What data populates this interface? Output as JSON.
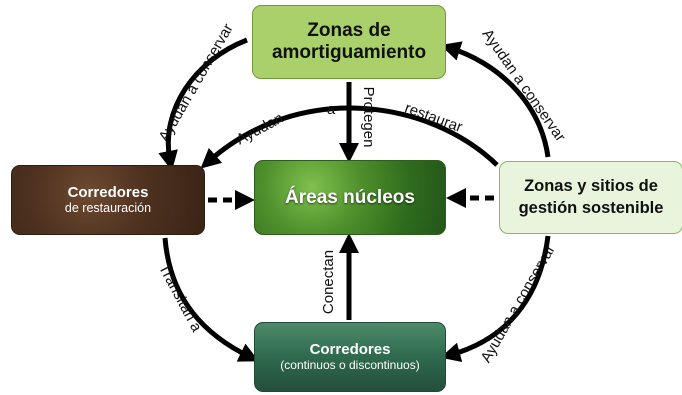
{
  "nodes": {
    "zonas_amortiguamiento": {
      "line1": "Zonas de",
      "line2": "amortiguamiento"
    },
    "areas_nucleos": {
      "title": "Áreas núcleos"
    },
    "corredores_restauracion": {
      "title": "Corredores",
      "subtitle": "de restauración"
    },
    "zonas_sitios": {
      "line1": "Zonas y sitios de",
      "line2": "gestión sostenible"
    },
    "corredores_continuos": {
      "title": "Corredores",
      "subtitle": "(continuos o discontinuos)"
    }
  },
  "edge_labels": {
    "ayudan_conservar_top_left": "Ayudan a conservar",
    "ayudan_conservar_top_right": "Ayudan a conservar",
    "ayudan_conservar_bottom_right": "Ayudan a conservar",
    "ayudan_word": "Ayudan",
    "a_word": "a",
    "restaurar_word": "restaurar",
    "protegen": "Protegen",
    "conectan": "Conectan",
    "transitan_a": "Transitan a"
  },
  "colors": {
    "arrow": "#000000",
    "zonas_amortiguamiento_fill": "#a9d06a",
    "zonas_sitios_fill": "#e9f4dc",
    "areas_nucleos_fill": "#4f8f2c",
    "corredores_restauracion_fill": "#4f3220",
    "corredores_continuos_fill": "#2f6a4e"
  }
}
